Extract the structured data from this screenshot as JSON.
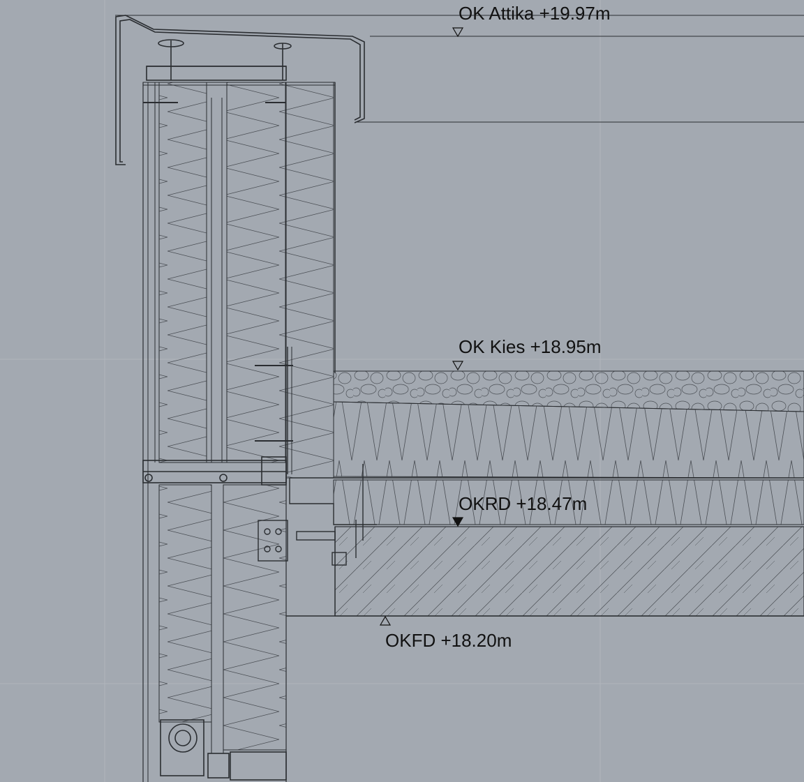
{
  "drawing": {
    "background": "#a3a9b1",
    "line_color": "#2a2d31",
    "levels": [
      {
        "id": "attika",
        "label": "OK Attika +19.97m",
        "marker": "open-triangle"
      },
      {
        "id": "kies",
        "label": "OK Kies +18.95m",
        "marker": "open-triangle"
      },
      {
        "id": "okrd",
        "label": "OKRD +18.47m",
        "marker": "filled-triangle"
      },
      {
        "id": "okfd",
        "label": "OKFD +18.20m",
        "marker": "open-triangle"
      }
    ]
  }
}
